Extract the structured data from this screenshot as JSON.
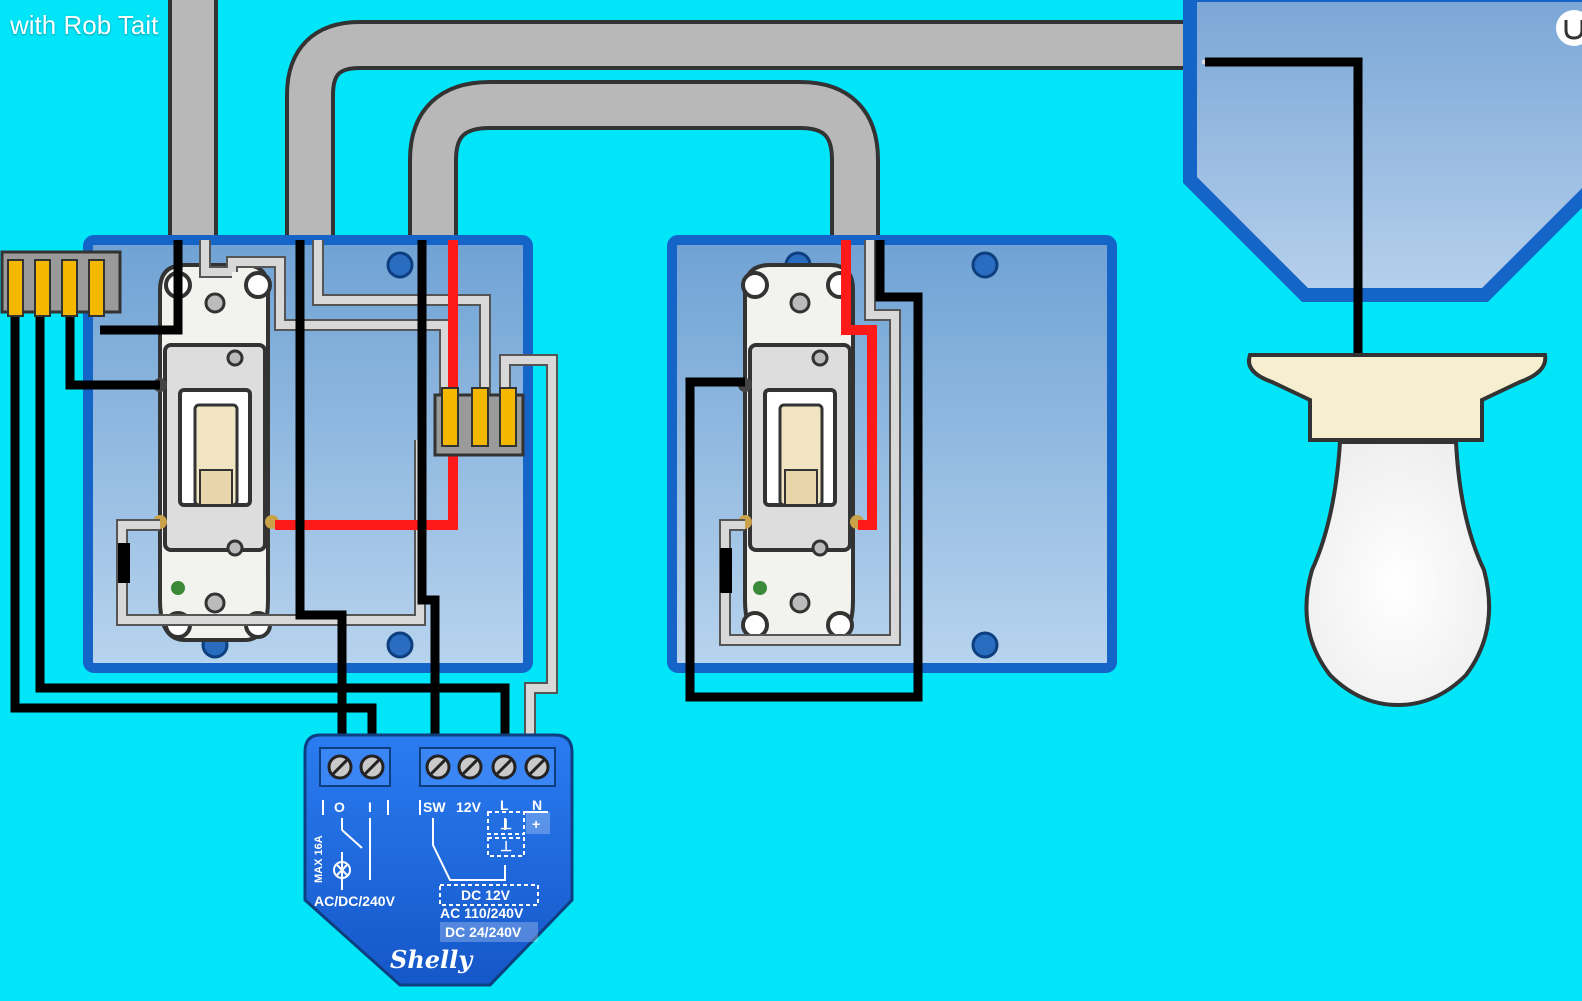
{
  "video": {
    "caption": "with Rob Tait"
  },
  "relay": {
    "brand": "Shelly",
    "terminal_o": "O",
    "terminal_i": "I",
    "terminal_sw": "SW",
    "terminal_12v": "12V",
    "terminal_l": "L",
    "terminal_n": "N",
    "ground_symbol": "⊥",
    "plus_symbol": "+",
    "max_rating": "MAX 16A",
    "output_rating": "AC/DC/240V",
    "supply_dc12": "DC 12V",
    "supply_ac": "AC 110/240V",
    "supply_dc": "DC 24/240V"
  },
  "colors": {
    "background": "#00e5f8",
    "box_fill": "#8ab8dc",
    "box_stroke": "#1565c8",
    "conduit": "#b8b8b8",
    "hot_wire": "#000000",
    "neutral_wire": "#d8d8d8",
    "traveler_wire": "#ff1a1a",
    "wire_nut": "#f5b800",
    "relay_body": "#1f6fe8"
  }
}
